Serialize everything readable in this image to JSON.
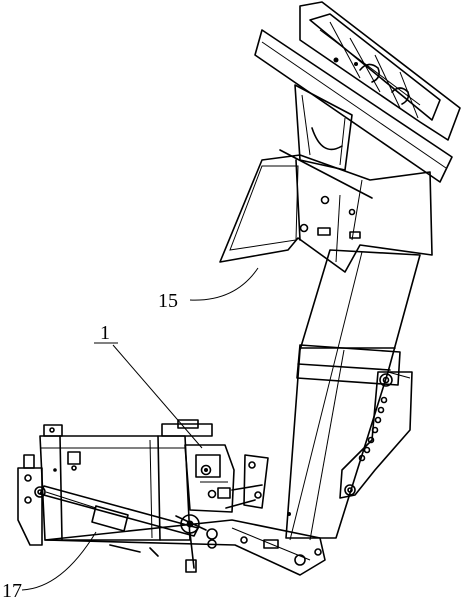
{
  "figure": {
    "callouts": [
      {
        "id": "1",
        "text": "1",
        "part": "mount-bracket"
      },
      {
        "id": "15",
        "text": "15",
        "part": "upper-shield"
      },
      {
        "id": "17",
        "text": "17",
        "part": "hydraulic-cylinder"
      }
    ]
  }
}
